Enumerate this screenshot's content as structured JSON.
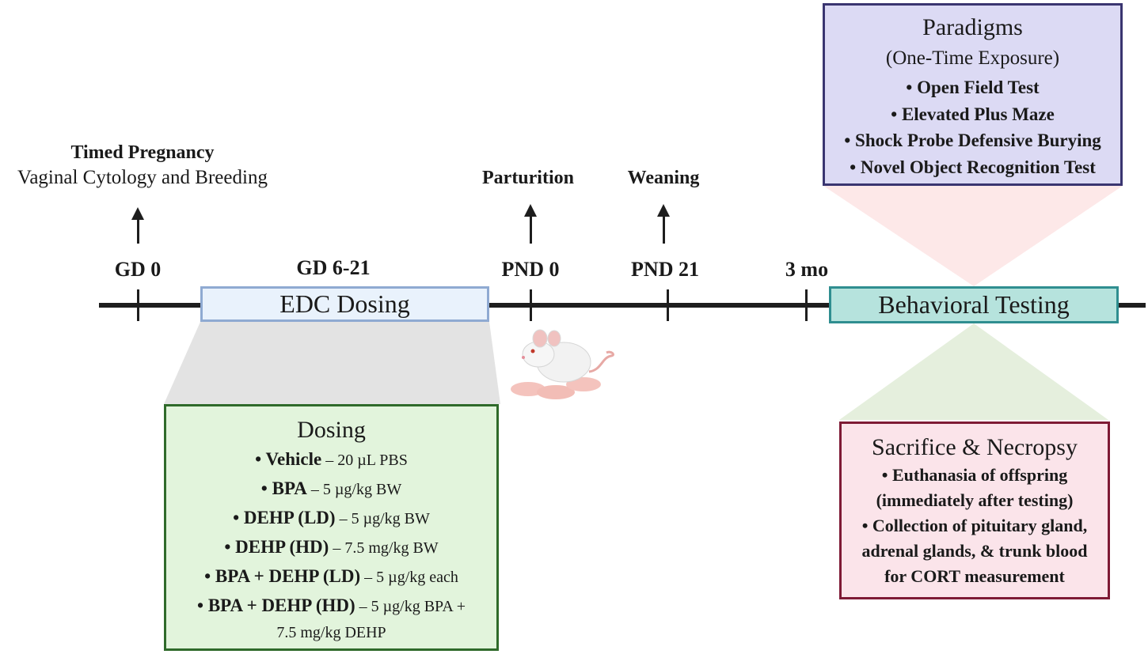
{
  "timepoints": {
    "gd0": "GD 0",
    "gd6_21": "GD 6-21",
    "pnd0": "PND 0",
    "pnd21": "PND 21",
    "mo3": "3 mo"
  },
  "events": {
    "timed_pregnancy_title": "Timed Pregnancy",
    "timed_pregnancy_sub": "Vaginal Cytology and Breeding",
    "parturition": "Parturition",
    "weaning": "Weaning"
  },
  "phases": {
    "edc_dosing": "EDC Dosing",
    "behavioral_testing": "Behavioral Testing"
  },
  "dosing": {
    "title": "Dosing",
    "items": [
      {
        "name": "• Vehicle",
        "detail": " – 20 µL PBS"
      },
      {
        "name": "• BPA",
        "detail": " – 5 µg/kg BW"
      },
      {
        "name": "• DEHP (LD)",
        "detail": " – 5 µg/kg BW"
      },
      {
        "name": "• DEHP (HD)",
        "detail": " – 7.5 mg/kg BW"
      },
      {
        "name": "• BPA + DEHP (LD)",
        "detail": " – 5 µg/kg each"
      },
      {
        "name": "• BPA + DEHP (HD)",
        "detail": " – 5 µg/kg BPA +"
      }
    ],
    "continuation": "7.5 mg/kg DEHP"
  },
  "paradigms": {
    "title": "Paradigms",
    "subtitle": "(One-Time Exposure)",
    "items": [
      "• Open Field Test",
      "• Elevated Plus Maze",
      "• Shock Probe Defensive Burying",
      "• Novel Object Recognition Test"
    ]
  },
  "necropsy": {
    "title": "Sacrifice & Necropsy",
    "lines": [
      "• Euthanasia of offspring",
      "(immediately after testing)",
      "• Collection of pituitary gland,",
      "adrenal glands, & trunk blood",
      "for CORT measurement"
    ]
  },
  "colors": {
    "dosing_fill": "#e2f4dc",
    "dosing_border": "#2f6a2a",
    "paradigms_fill": "#dcdaf4",
    "paradigms_border": "#3a3570",
    "necropsy_fill": "#fbe4ea",
    "necropsy_border": "#7e1a35",
    "edc_fill": "#e9f2fc",
    "edc_border": "#8faad2",
    "behavior_fill": "#b6e3dd",
    "behavior_border": "#2f8e90"
  }
}
